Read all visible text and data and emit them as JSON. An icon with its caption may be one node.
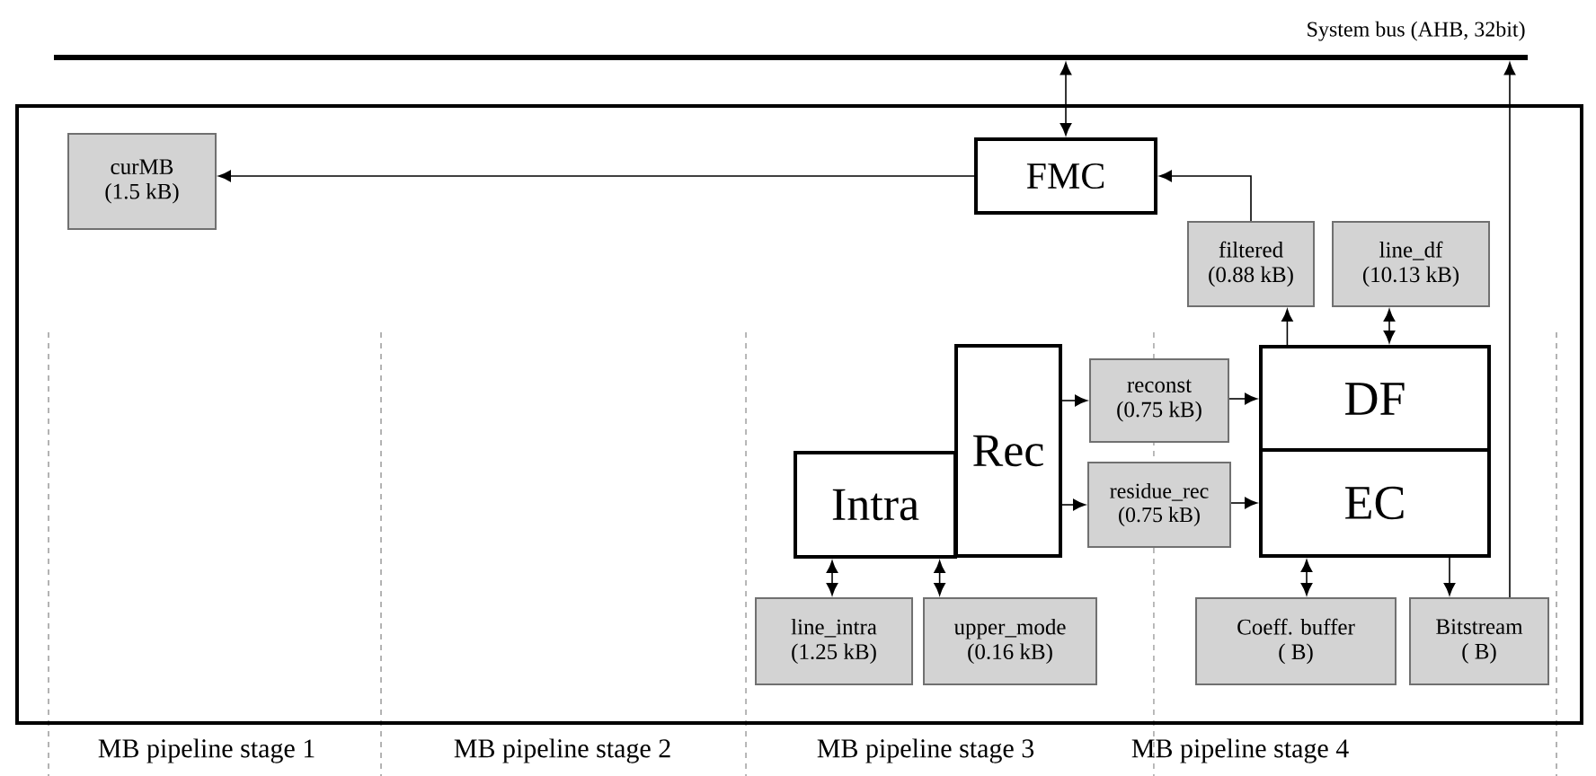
{
  "diagram": {
    "nodes": [
      {
        "text": [],
        "shape": "bar",
        "beside": [
          "System bus (AHB, 32bit)"
        ]
      },
      {
        "text": [],
        "shape": "box"
      },
      {
        "text": [
          "curMB",
          "(1.5 kB)"
        ],
        "in": 1
      },
      {
        "text": [
          "FMC"
        ],
        "in": 1
      },
      {
        "text": [
          "filtered",
          "(0.88 kB)"
        ],
        "in": 1
      },
      {
        "text": [
          "line_df",
          "(10.13 kB)"
        ],
        "in": 1
      },
      {
        "text": [
          "Rec"
        ],
        "in": 1
      },
      {
        "text": [
          "Intra"
        ],
        "in": 1
      },
      {
        "text": [
          "reconst",
          "(0.75 kB)"
        ],
        "in": 1
      },
      {
        "text": [
          "residue_rec",
          "(0.75 kB)"
        ],
        "in": 1
      },
      {
        "text": [
          "DF"
        ],
        "in": 1
      },
      {
        "text": [
          "EC"
        ],
        "in": 1
      },
      {
        "text": [
          "line_intra",
          "(1.25 kB)"
        ],
        "in": 1
      },
      {
        "text": [
          "upper_mode",
          "(0.16 kB)"
        ],
        "in": 1
      },
      {
        "text": [
          "Coeff. buffer",
          "( B)"
        ],
        "in": 1
      },
      {
        "text": [
          "Bitstream",
          "( B)"
        ],
        "in": 1
      }
    ],
    "edges": [
      {
        "from": 0,
        "to": 3,
        "arrow": "both"
      },
      {
        "from": 3,
        "to": 2,
        "arrow": "to"
      },
      {
        "from": 4,
        "to": 3,
        "arrow": "to"
      },
      {
        "from": 10,
        "to": 4,
        "arrow": "to"
      },
      {
        "from": 5,
        "to": 10,
        "arrow": "both"
      },
      {
        "from": 6,
        "to": 8,
        "arrow": "to"
      },
      {
        "from": 8,
        "to": 10,
        "arrow": "to"
      },
      {
        "from": 6,
        "to": 9,
        "arrow": "to"
      },
      {
        "from": 9,
        "to": 11,
        "arrow": "to"
      },
      {
        "from": 7,
        "to": 12,
        "arrow": "both"
      },
      {
        "from": 7,
        "to": 13,
        "arrow": "both"
      },
      {
        "from": 11,
        "to": 14,
        "arrow": "both"
      },
      {
        "from": 11,
        "to": 15,
        "arrow": "to"
      },
      {
        "from": 15,
        "to": 0,
        "arrow": "to"
      }
    ],
    "labels": [
      "MB pipeline stage 1",
      "MB pipeline stage 2",
      "MB pipeline stage 3",
      "MB pipeline stage 4"
    ]
  }
}
